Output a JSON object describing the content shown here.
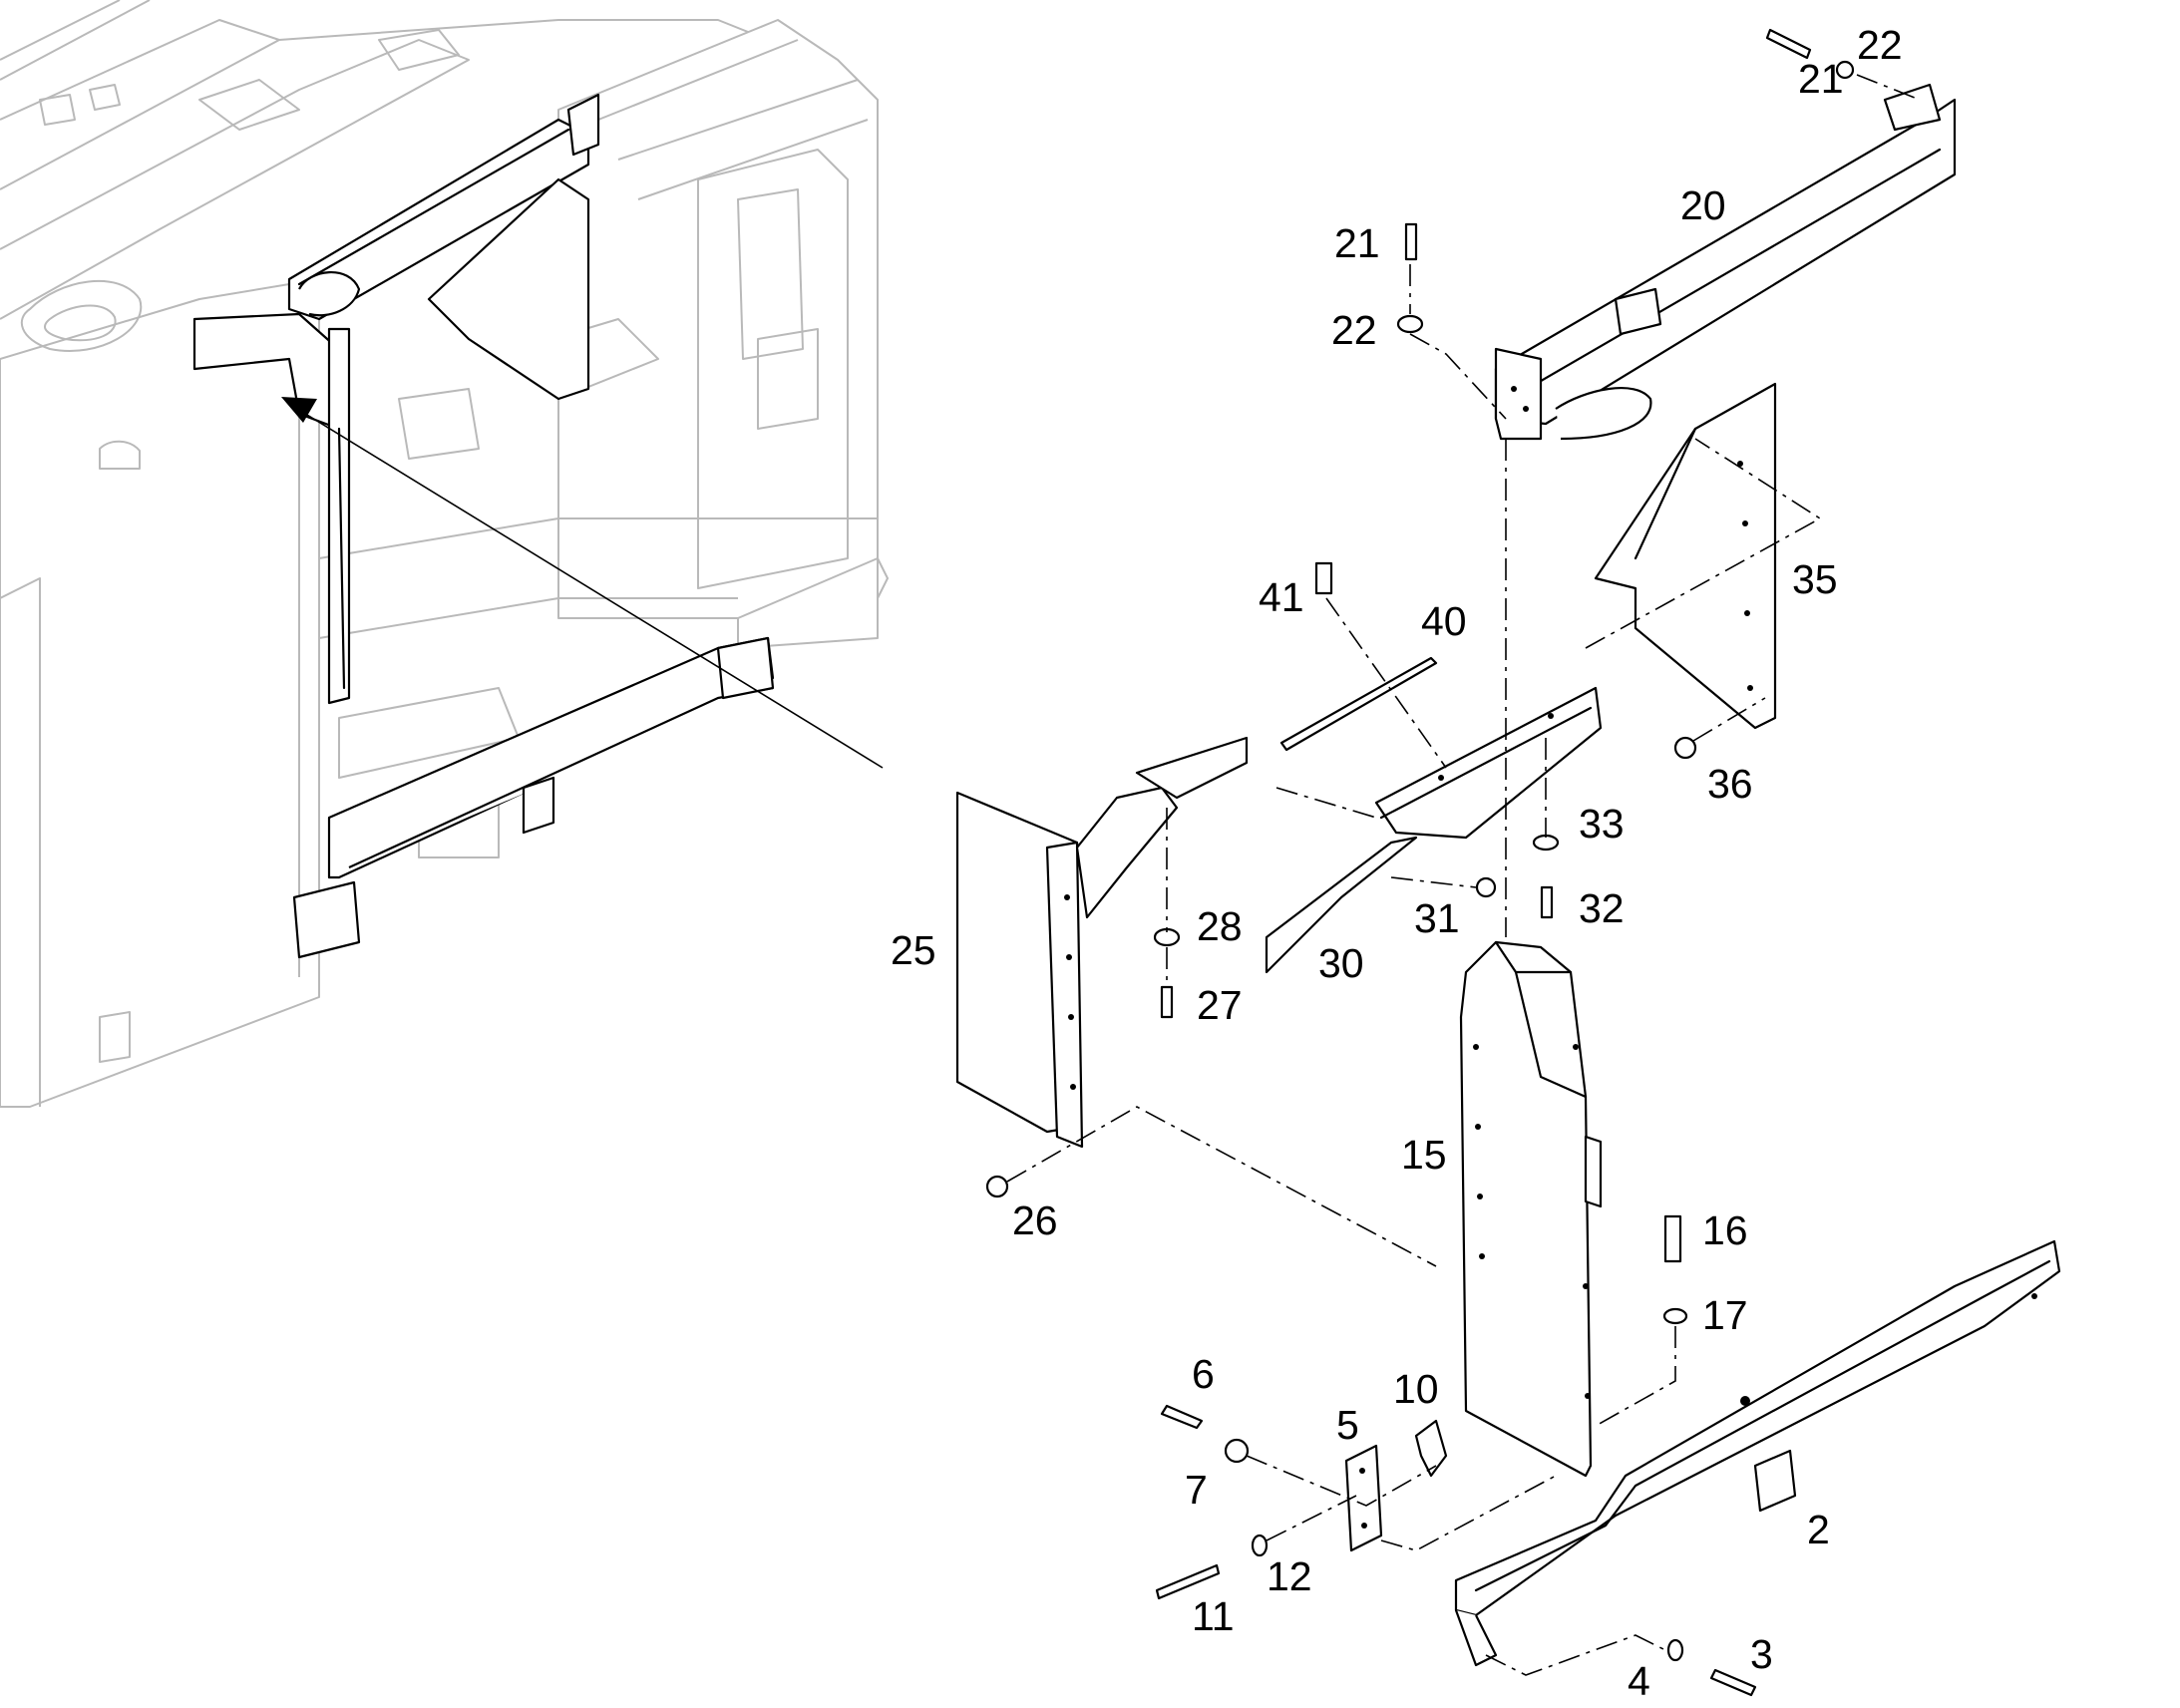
{
  "callouts": {
    "c2": "2",
    "c3": "3",
    "c4": "4",
    "c5": "5",
    "c6": "6",
    "c7": "7",
    "c10": "10",
    "c11": "11",
    "c12": "12",
    "c15": "15",
    "c16": "16",
    "c17": "17",
    "c20": "20",
    "c21a": "21",
    "c22a": "22",
    "c21b": "21",
    "c22b": "22",
    "c25": "25",
    "c26": "26",
    "c27": "27",
    "c28": "28",
    "c30": "30",
    "c31": "31",
    "c32": "32",
    "c33": "33",
    "c35": "35",
    "c36": "36",
    "c40": "40",
    "c41": "41"
  }
}
